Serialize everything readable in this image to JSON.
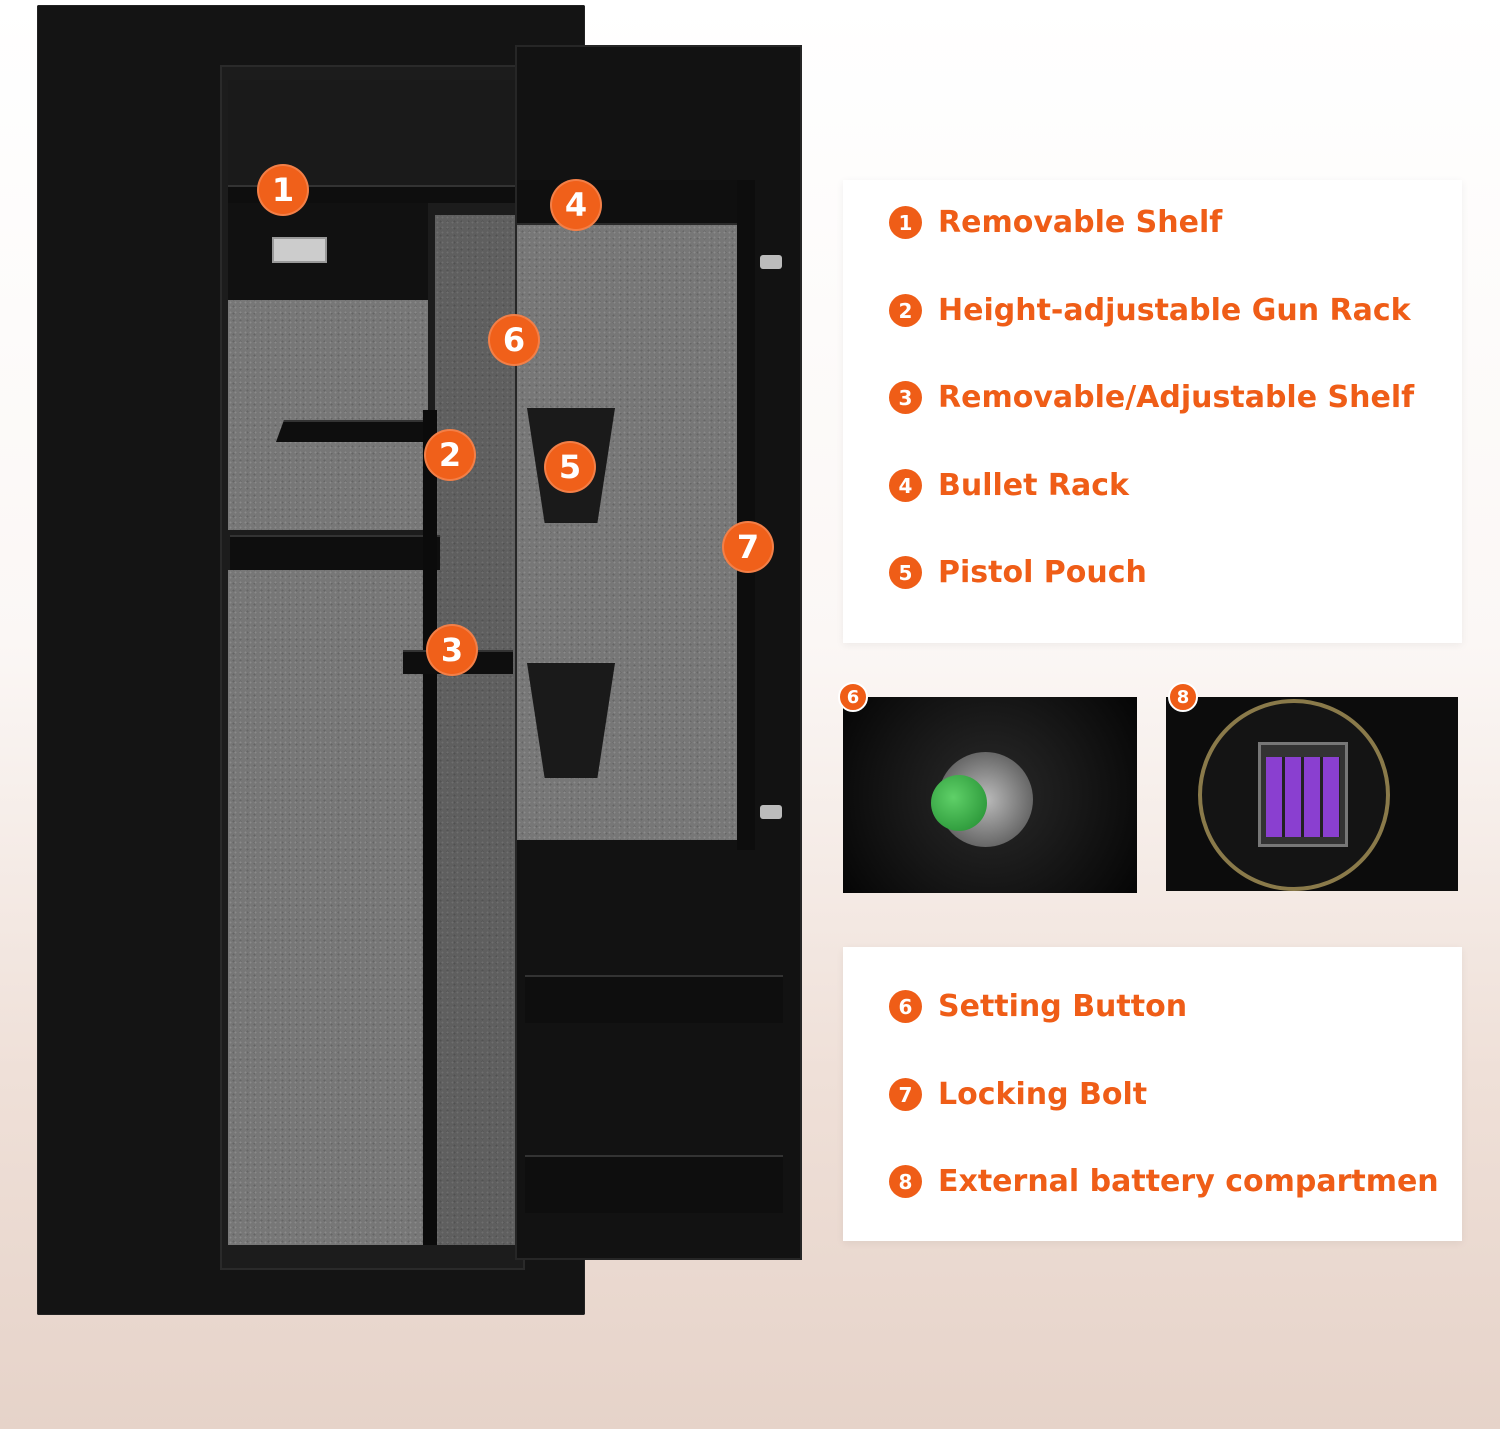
{
  "colors": {
    "accent": "#ef5d17",
    "safe": "#141414",
    "felt": "#777777"
  },
  "markers": [
    "1",
    "2",
    "3",
    "4",
    "5",
    "6",
    "7",
    "8"
  ],
  "features_top": [
    {
      "num": "1",
      "label": "Removable Shelf"
    },
    {
      "num": "2",
      "label": "Height-adjustable Gun Rack"
    },
    {
      "num": "3",
      "label": "Removable/Adjustable Shelf"
    },
    {
      "num": "4",
      "label": "Bullet Rack"
    },
    {
      "num": "5",
      "label": "Pistol Pouch"
    }
  ],
  "features_bottom": [
    {
      "num": "6",
      "label": "Setting Button"
    },
    {
      "num": "7",
      "label": "Locking Bolt"
    },
    {
      "num": "8",
      "label": "External battery compartmen"
    }
  ],
  "thumbnails": [
    {
      "num": "6",
      "icon": "setting-button-photo"
    },
    {
      "num": "8",
      "icon": "battery-compartment-photo"
    }
  ]
}
